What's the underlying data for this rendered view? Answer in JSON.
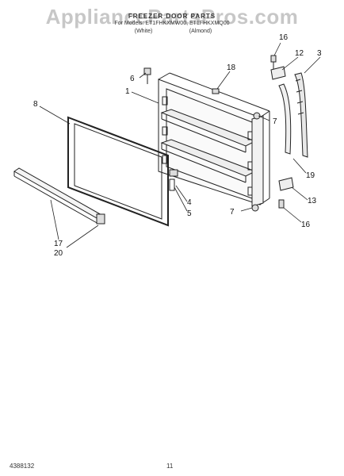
{
  "header": {
    "watermark": "AppliancePartsPros.com",
    "title": "FREEZER DOOR PARTS",
    "subtitle": "For Models: ET1FHKXMW00, ET1FHKXMQ00",
    "variant_left": "(White)",
    "variant_right": "(Almond)"
  },
  "callouts": {
    "c16a": "16",
    "c3": "3",
    "c12": "12",
    "c6": "6",
    "c18": "18",
    "c1": "1",
    "c8": "8",
    "c7a": "7",
    "c19": "19",
    "c4": "4",
    "c5": "5",
    "c7b": "7",
    "c13": "13",
    "c16b": "16",
    "c17": "17",
    "c20": "20"
  },
  "footer": {
    "doc_number": "4388132",
    "page_number": "11"
  }
}
